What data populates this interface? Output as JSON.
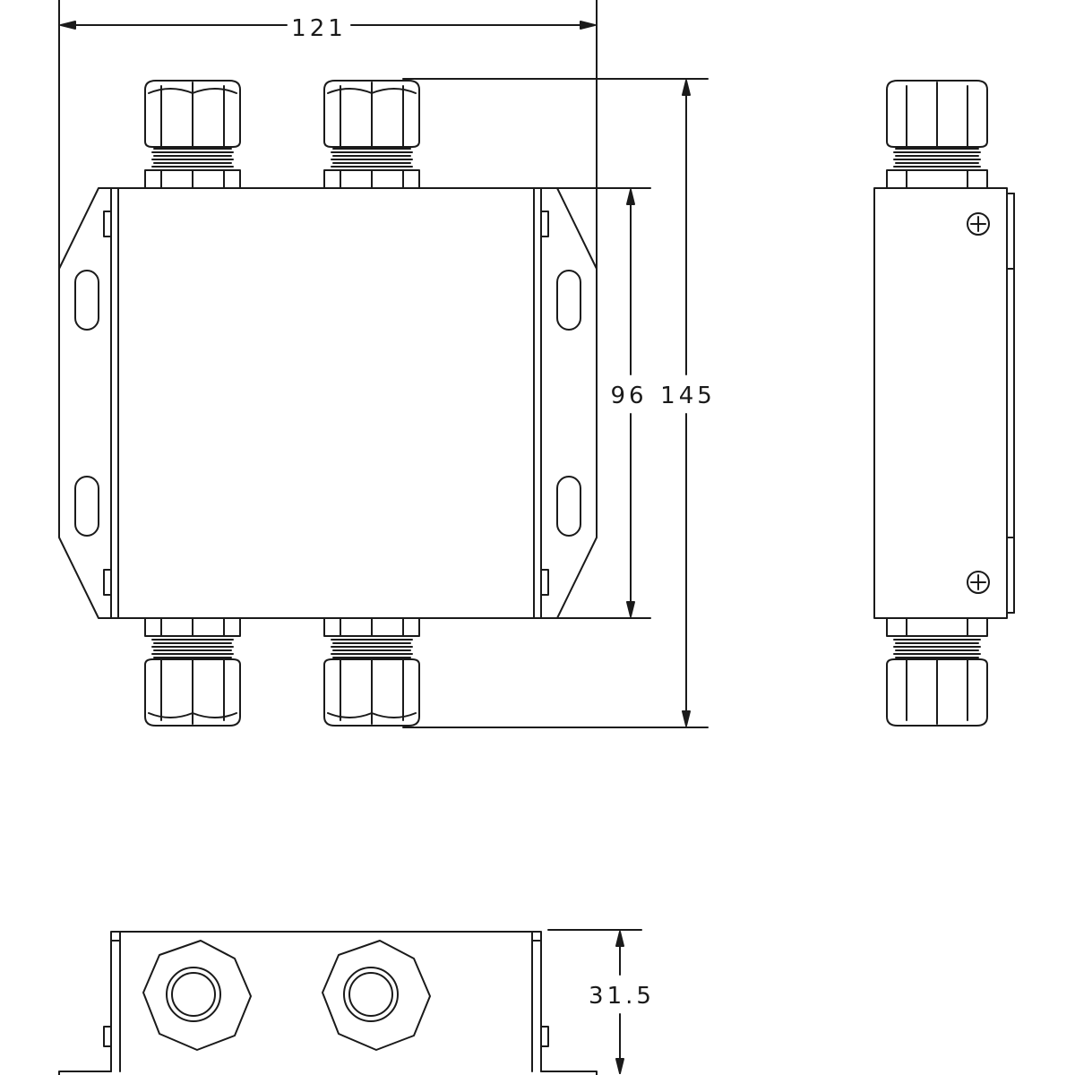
{
  "dimensions": {
    "overall_width": "121",
    "body_height": "96",
    "overall_height": "145",
    "body_depth": "31.5"
  },
  "colors": {
    "line": "#1a1a1a",
    "background": "#ffffff"
  }
}
